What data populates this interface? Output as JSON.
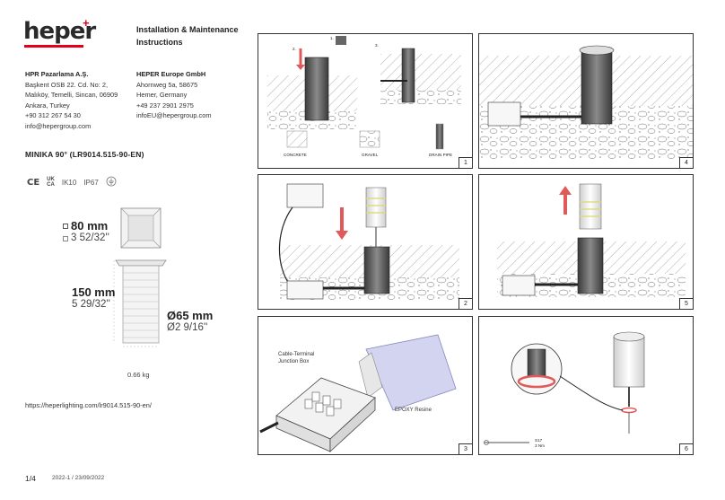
{
  "brand": {
    "logo": "heper",
    "accent_color": "#e2001a"
  },
  "doc_title": [
    "Installation & Maintenance",
    "Instructions"
  ],
  "company_tr": {
    "name": "HPR Pazarlama A.Ş.",
    "lines": [
      "Başkent OSB 22. Cd. No: 2,",
      "Malıköy, Temelli, Sincan, 06909",
      "Ankara, Turkey",
      "+90 312 267 54 30",
      "info@hepergroup.com"
    ]
  },
  "company_eu": {
    "name": "HEPER Europe GmbH",
    "lines": [
      "Ahornweg 5a, 58675",
      "Hemer, Germany",
      "+49 237 2901 2975",
      "infoEU@hepergroup.com"
    ]
  },
  "model": "MINIKA 90° (LR9014.515-90-EN)",
  "certs": {
    "ce": "CE",
    "ukca_top": "UK",
    "ukca_bottom": "CA",
    "ik": "IK10",
    "ip": "IP67"
  },
  "dims": {
    "width_mm": "80 mm",
    "width_in": "3 52/32''",
    "height_mm": "150 mm",
    "height_in": "5 29/32''",
    "dia_mm": "Ø65 mm",
    "dia_in": "Ø2 9/16''"
  },
  "weight": "0.66 kg",
  "url": "https://heperlighting.com/lr9014.515-90-en/",
  "page": "1/4",
  "version": "2022-1 / 23/09/2022",
  "panels": {
    "p1": {
      "num": "1",
      "step1": "1.",
      "step2": "2.",
      "step3": "3.",
      "mat1": "CONCRETE",
      "mat2": "GRAVEL",
      "mat3": "DRAIN PIPE"
    },
    "p2": {
      "num": "2"
    },
    "p3": {
      "num": "3",
      "junction": [
        "Cable-Terminal",
        "Junction Box"
      ],
      "epoxy": "EPOXY Resine"
    },
    "p4": {
      "num": "4"
    },
    "p5": {
      "num": "5"
    },
    "p6": {
      "num": "6",
      "torque_size": "S17",
      "torque_value": "3 Nm"
    }
  }
}
